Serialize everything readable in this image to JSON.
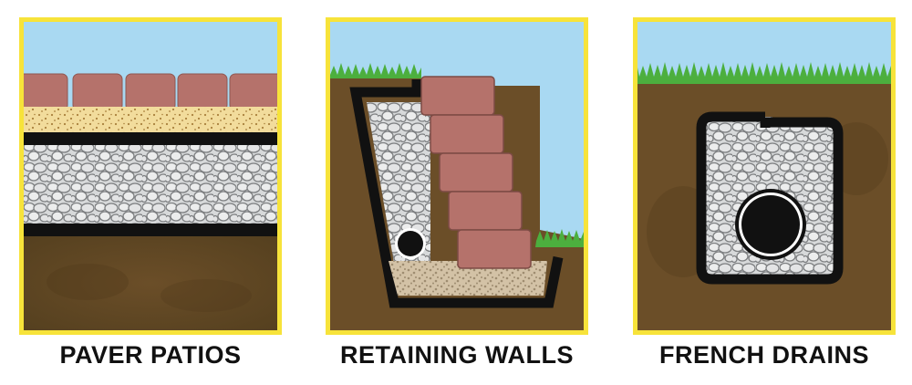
{
  "panels": [
    {
      "id": "paver-patios",
      "caption": "PAVER PATIOS"
    },
    {
      "id": "retaining-walls",
      "caption": "RETAINING WALLS"
    },
    {
      "id": "french-drains",
      "caption": "FRENCH DRAINS"
    }
  ],
  "colors": {
    "frame": "#f7e33a",
    "sky": "#a9d9f2",
    "soil": "#6b4e28",
    "soil_dark": "#4f391b",
    "paver": "#b5726b",
    "sand": "#f2dc9c",
    "gravel": "#d7d9da",
    "liner": "#111111",
    "grass": "#4caf3e"
  }
}
